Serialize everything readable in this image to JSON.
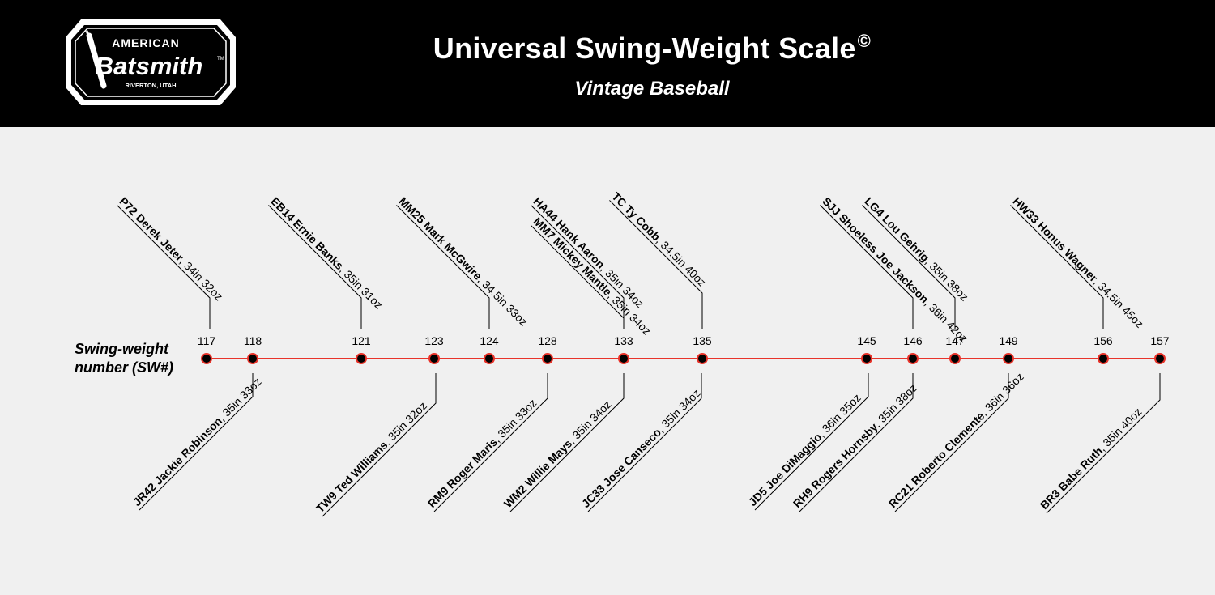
{
  "header": {
    "logo": {
      "top_text": "AMERICAN",
      "main_text": "Batsmith",
      "trademark": "TM",
      "bottom_text": "RIVERTON, UTAH"
    },
    "title": "Universal Swing-Weight Scale",
    "title_mark": "©",
    "subtitle": "Vintage Baseball"
  },
  "scale": {
    "axis_label_line1": "Swing-weight",
    "axis_label_line2": "number (SW#)",
    "line_color": "#e8332a",
    "node_color": "#000000",
    "node_ring_color": "#e8332a",
    "numbers": [
      "117",
      "118",
      "121",
      "123",
      "124",
      "128",
      "133",
      "135",
      "145",
      "146",
      "147",
      "149",
      "156",
      "157"
    ]
  },
  "chart_data": {
    "type": "scatter",
    "title": "Universal Swing-Weight Scale",
    "xlabel": "Swing-weight number (SW#)",
    "points": [
      {
        "sw": 117,
        "position": "above",
        "name": "P72 Derek Jeter",
        "spec": ", 34in 32oz"
      },
      {
        "sw": 118,
        "position": "below",
        "name": "JR42 Jackie Robinson",
        "spec": ", 35in 33oz"
      },
      {
        "sw": 121,
        "position": "above",
        "name": "EB14 Ernie Banks",
        "spec": ", 35in 31oz"
      },
      {
        "sw": 123,
        "position": "below",
        "name": "TW9 Ted Williams",
        "spec": ", 35in 32oz"
      },
      {
        "sw": 124,
        "position": "above",
        "name": "MM25 Mark McGwire",
        "spec": ", 34.5in 33oz"
      },
      {
        "sw": 128,
        "position": "below",
        "name": "RM9 Roger Maris",
        "spec": ", 35in 33oz"
      },
      {
        "sw": 133,
        "position": "above",
        "name": "MM7 Mickey Mantle",
        "spec": ", 35in 34oz"
      },
      {
        "sw": 133,
        "position": "above",
        "name": "HA44 Hank Aaron",
        "spec": ", 35in 34oz"
      },
      {
        "sw": 133,
        "position": "below",
        "name": "WM2 Willie Mays",
        "spec": ", 35in 34oz"
      },
      {
        "sw": 135,
        "position": "above",
        "name": "TC Ty Cobb",
        "spec": ", 34.5in 40oz"
      },
      {
        "sw": 135,
        "position": "below",
        "name": "JC33 Jose Canseco",
        "spec": ", 35in 34oz"
      },
      {
        "sw": 145,
        "position": "below",
        "name": "JD5 Joe DiMaggio",
        "spec": ", 36in 35oz"
      },
      {
        "sw": 146,
        "position": "above",
        "name": "SJJ Shoeless Joe Jackson",
        "spec": ", 36in 42oz"
      },
      {
        "sw": 146,
        "position": "below",
        "name": "RH9 Rogers Hornsby",
        "spec": ", 35in 38oz"
      },
      {
        "sw": 147,
        "position": "above",
        "name": "LG4 Lou Gehrig",
        "spec": ", 35in 38oz"
      },
      {
        "sw": 149,
        "position": "below",
        "name": "RC21 Roberto Clemente",
        "spec": ", 36in 36oz"
      },
      {
        "sw": 156,
        "position": "above",
        "name": "HW33 Honus Wagner",
        "spec": ", 34.5in 45oz"
      },
      {
        "sw": 157,
        "position": "below",
        "name": "BR3 Babe Ruth",
        "spec": ", 35in 40oz"
      }
    ]
  }
}
